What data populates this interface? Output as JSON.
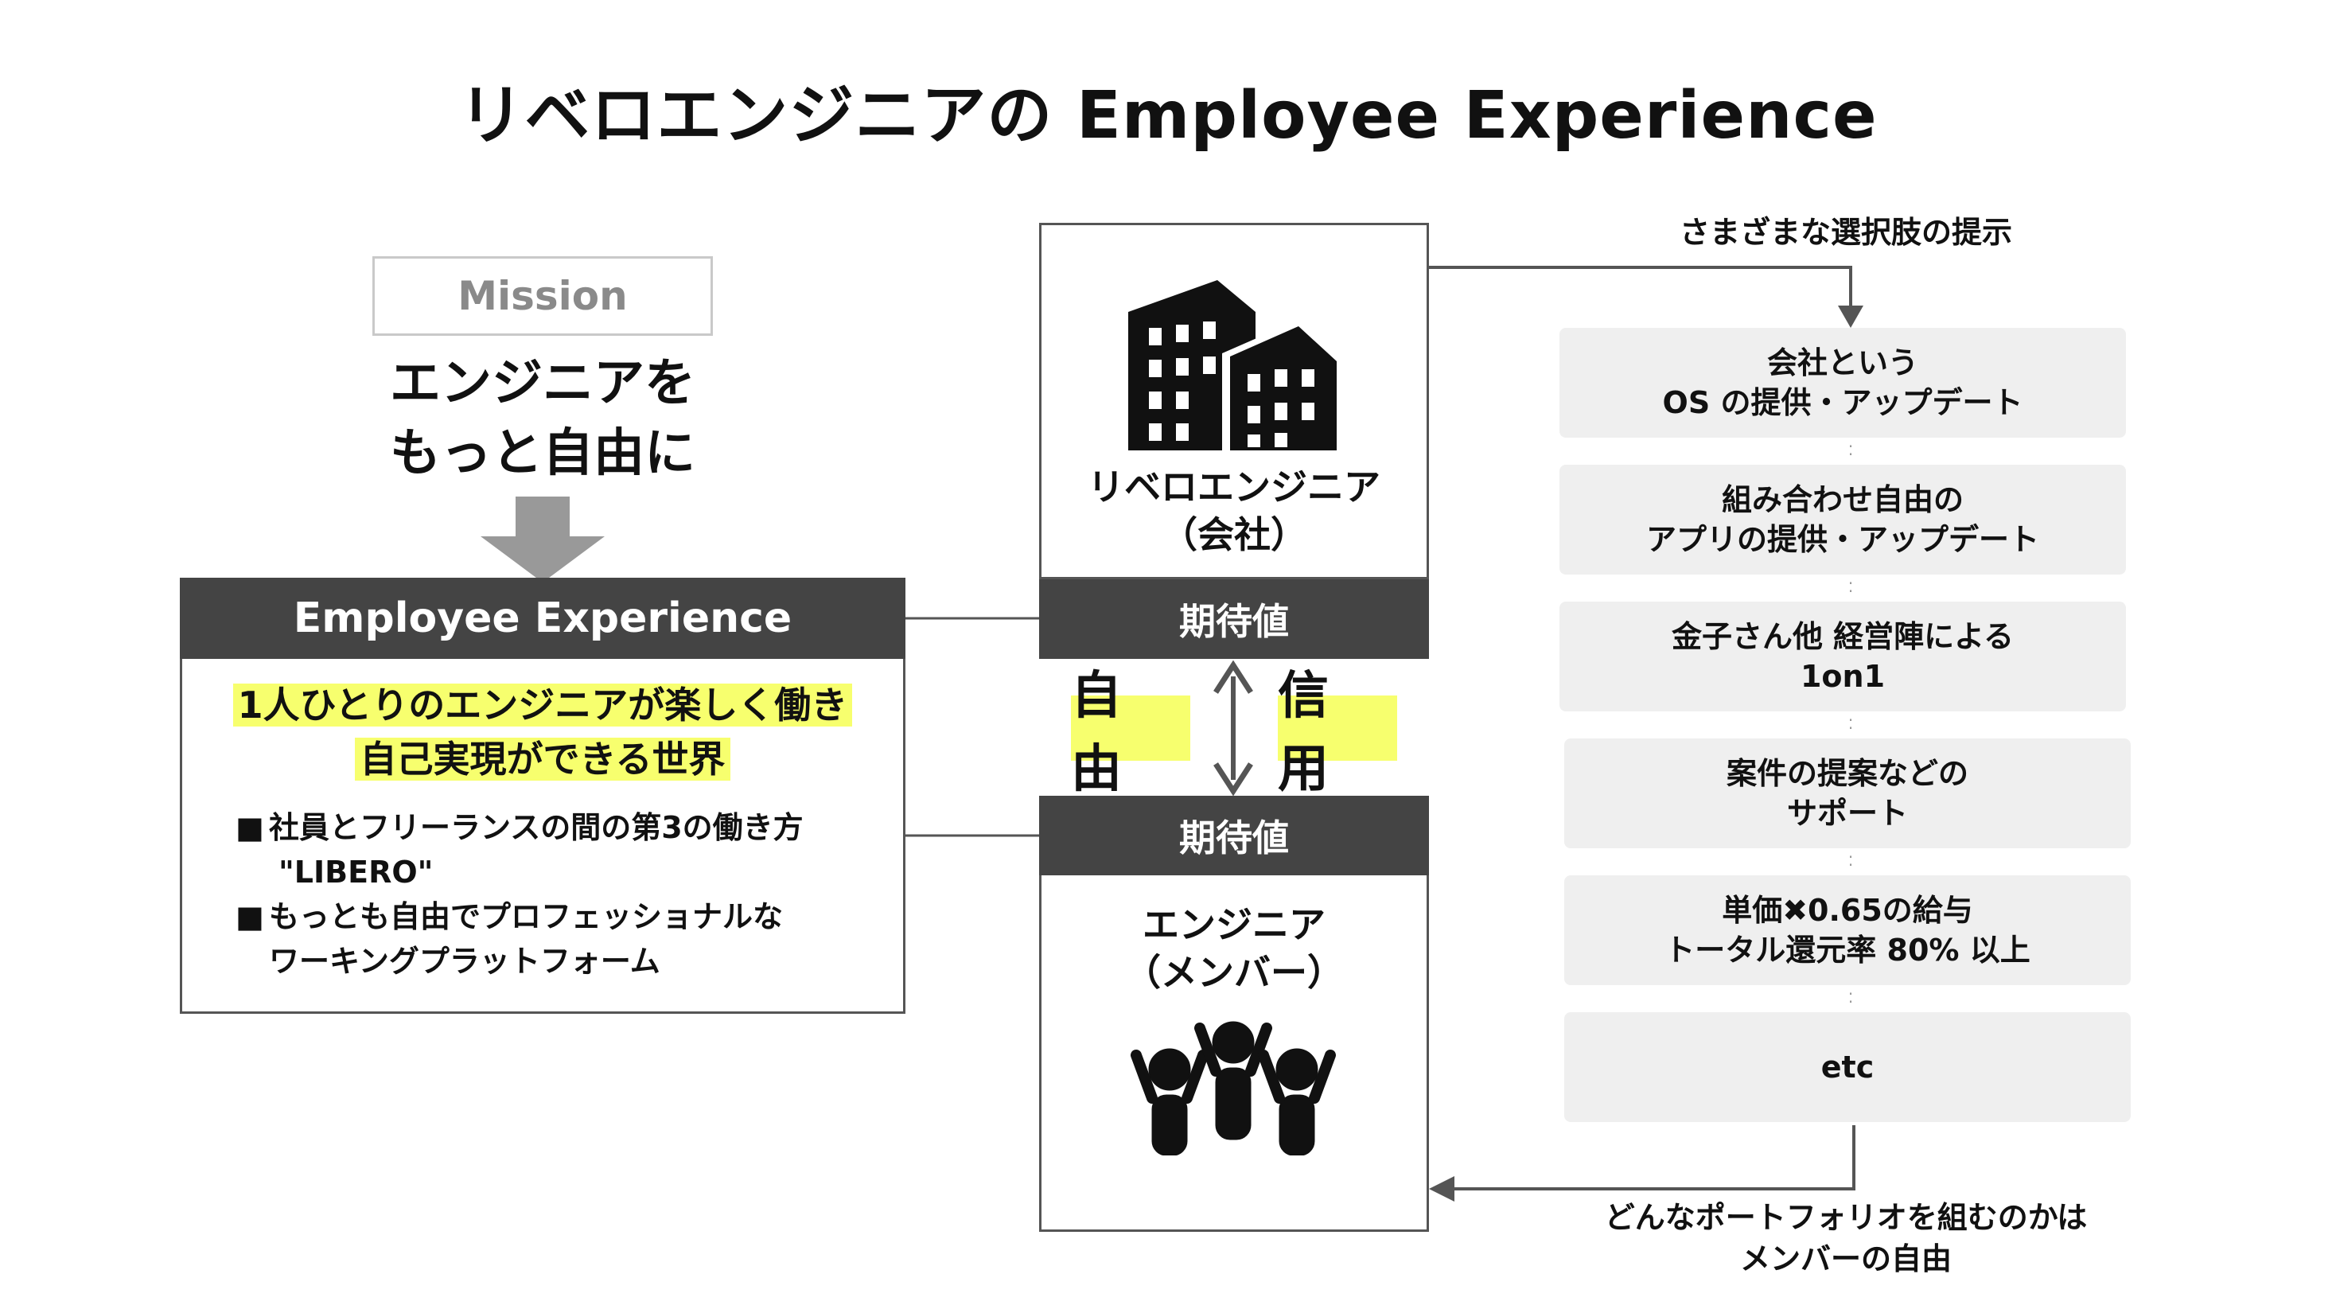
{
  "title": "リベロエンジニアの Employee Experience",
  "mission": {
    "label": "Mission",
    "lines": [
      "エンジニアを",
      "もっと自由に"
    ]
  },
  "employee_experience": {
    "header": "Employee Experience",
    "highlight_lines": [
      "1人ひとりのエンジニアが楽しく働き",
      "自己実現ができる世界"
    ],
    "bullets": [
      {
        "marker": "■",
        "lines": [
          "社員とフリーランスの間の第3の働き方",
          "\"LIBERO\""
        ]
      },
      {
        "marker": "■",
        "lines": [
          "もっとも自由でプロフェッショナルな",
          "ワーキングプラットフォーム"
        ]
      }
    ]
  },
  "company": {
    "icon": "building-icon",
    "lines": [
      "リベロエンジニア",
      "（会社）"
    ],
    "expectation": "期待値"
  },
  "member": {
    "icon": "people-icon",
    "lines": [
      "エンジニア",
      "（メンバー）"
    ],
    "expectation": "期待値"
  },
  "relation": {
    "left": "自由",
    "right": "信用",
    "icon": "double-arrow-icon"
  },
  "offers": {
    "top_caption": "さまざまな選択肢の提示",
    "items": [
      [
        "会社という",
        "OS の提供・アップデート"
      ],
      [
        "組み合わせ自由の",
        "アプリの提供・アップデート"
      ],
      [
        "金子さん他 経営陣による",
        "1on1"
      ],
      [
        "案件の提案などの",
        "サポート"
      ],
      [
        "単価✖0.65の給与",
        "トータル還元率 80% 以上"
      ],
      [
        "etc"
      ]
    ],
    "bottom_caption": [
      "どんなポートフォリオを組むのかは",
      "メンバーの自由"
    ]
  },
  "colors": {
    "dark_header": "#444444",
    "highlight": "#f7ff6e",
    "offer_bg": "#efefef",
    "line": "#555555"
  }
}
